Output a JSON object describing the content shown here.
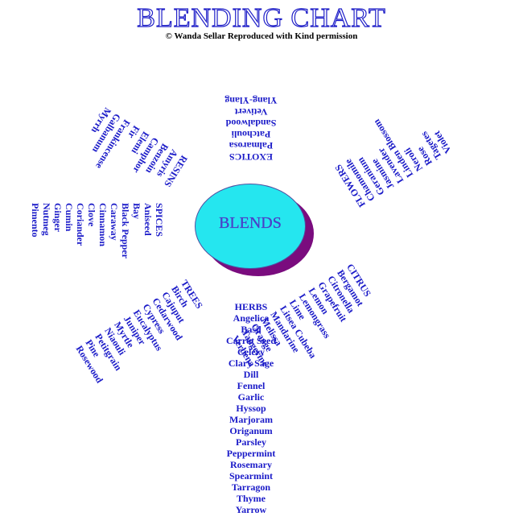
{
  "title": "BLENDING CHART",
  "credit": "© Wanda Sellar Reproduced with Kind permission",
  "center_label": "BLENDS",
  "colors": {
    "text": "#1a1ac8",
    "ellipse": "#25e6ef",
    "shadow": "#7a0c7e"
  },
  "herbs": {
    "header": "HERBS",
    "items": [
      "Angelica",
      "Basil",
      "Carrot Seed",
      "Celery",
      "Clary Sage",
      "Dill",
      "Fennel",
      "Garlic",
      "Hyssop",
      "Marjoram",
      "Origanum",
      "Parsley",
      "Peppermint",
      "Rosemary",
      "Spearmint",
      "Tarragon",
      "Thyme",
      "Yarrow"
    ]
  },
  "exotics": {
    "header": "EXOTICS",
    "items": [
      "Palmarosa",
      "Patchouli",
      "Sandalwood",
      "Vetivert",
      "Ylang-Ylang"
    ]
  },
  "spices": {
    "header": "SPICES",
    "items": [
      "Aniseed",
      "Bay",
      "Black Pepper",
      "Caraway",
      "Cinnamon",
      "Clove",
      "Coriander",
      "Cumin",
      "Ginger",
      "Nutmeg",
      "Pimento"
    ]
  },
  "citrus": {
    "header": "CITRUS",
    "items": [
      "Bergamot",
      "Citronella",
      "Grapefruit",
      "Lemon",
      "Lemongrass",
      "Lime",
      "Litsea Cubeba",
      "Mandarine",
      "Melissa",
      "Orange",
      "Tangerine",
      "Verbena"
    ]
  },
  "trees": {
    "header": "TREES",
    "items": [
      "Birch",
      "Cajuput",
      "Cedarwood",
      "Cypress",
      "Eucalyptus",
      "Juniper",
      "Myrtle",
      "Niaouli",
      "Petitgrain",
      "Pine",
      "Rosewood"
    ]
  },
  "flowers": {
    "header": "FLOWERS",
    "items": [
      "Chamomile",
      "Geranium",
      "Jasmine",
      "Lavender",
      "Linden Blossom",
      "Neroli",
      "Rose",
      "Tagetes",
      "Violet"
    ]
  },
  "resins": {
    "header": "RESINS",
    "items": [
      "Amyris",
      "Benzoin",
      "Camphor",
      "Elemi",
      "Fir",
      "Frankincense",
      "Galbanum",
      "Myrrh"
    ]
  }
}
